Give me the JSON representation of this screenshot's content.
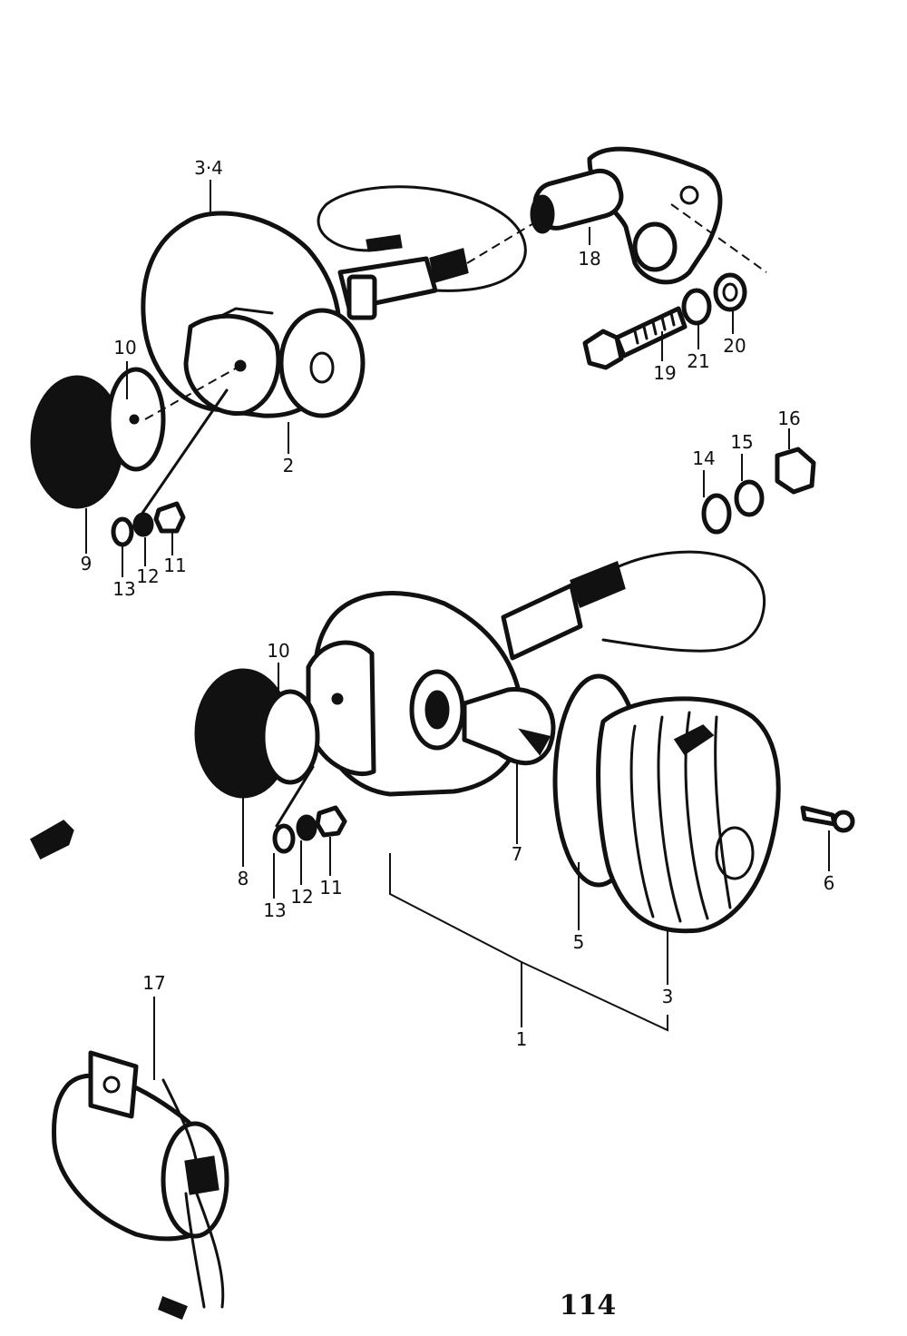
{
  "callouts": {
    "c3_4": "3·4",
    "c2": "2",
    "c9": "9",
    "c10_top": "10",
    "c11_top": "11",
    "c12_top": "12",
    "c13_top": "13",
    "c18": "18",
    "c19": "19",
    "c20": "20",
    "c21": "21",
    "c14": "14",
    "c15": "15",
    "c16": "16",
    "c10_mid": "10",
    "c8": "8",
    "c11_mid": "11",
    "c12_mid": "12",
    "c13_mid": "13",
    "c7": "7",
    "c5": "5",
    "c3": "3",
    "c6": "6",
    "c1": "1",
    "c17": "17"
  },
  "page_number": "114"
}
